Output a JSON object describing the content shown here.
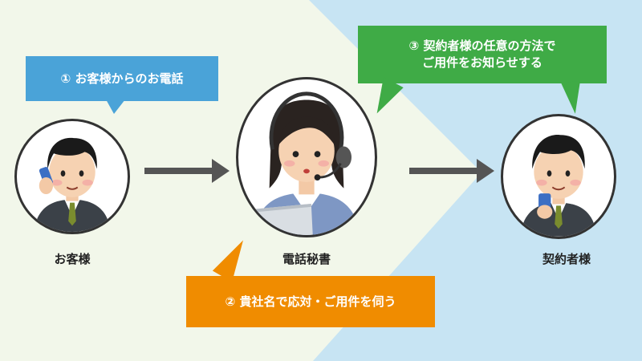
{
  "colors": {
    "background_light": "#f2f7ea",
    "background_blue": "#c7e4f3",
    "bubble_blue": "#4aa3d8",
    "bubble_green": "#3fab46",
    "bubble_orange": "#f08c00",
    "arrow": "#555555"
  },
  "nodes": {
    "customer": {
      "label": "お客様"
    },
    "secretary": {
      "label": "電話秘書"
    },
    "contractor": {
      "label": "契約者様"
    }
  },
  "bubbles": {
    "step1": "① お客様からのお電話",
    "step2": "② 貴社名で応対・ご用件を伺う",
    "step3": "③ 契約者様の任意の方法で\nご用件をお知らせする"
  }
}
